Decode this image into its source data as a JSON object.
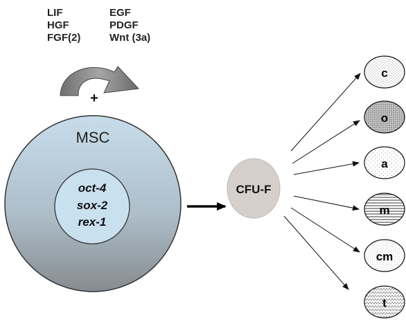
{
  "factors_left": [
    "LIF",
    "HGF",
    "FGF(2)"
  ],
  "factors_right": [
    "EGF",
    "PDGF",
    "Wnt (3a)"
  ],
  "stimulation_sign": "+",
  "msc_label": "MSC",
  "genes": [
    "oct-4",
    "sox-2",
    "rex-1"
  ],
  "cfu_label": "CFU-F",
  "lineages": [
    {
      "label": "c",
      "pattern": "dots-light"
    },
    {
      "label": "o",
      "pattern": "dots-dense"
    },
    {
      "label": "a",
      "pattern": "dots-sparse"
    },
    {
      "label": "m",
      "pattern": "h-stripes"
    },
    {
      "label": "cm",
      "pattern": "dots-fine"
    },
    {
      "label": "t",
      "pattern": "zigzag"
    }
  ],
  "colors": {
    "msc_top": "#c6dbe9",
    "msc_bottom": "#8a9095",
    "nucleus": "#c9e0ef",
    "cfu": "#d5cfcb",
    "arrow_grey": "#7d7d7d"
  }
}
